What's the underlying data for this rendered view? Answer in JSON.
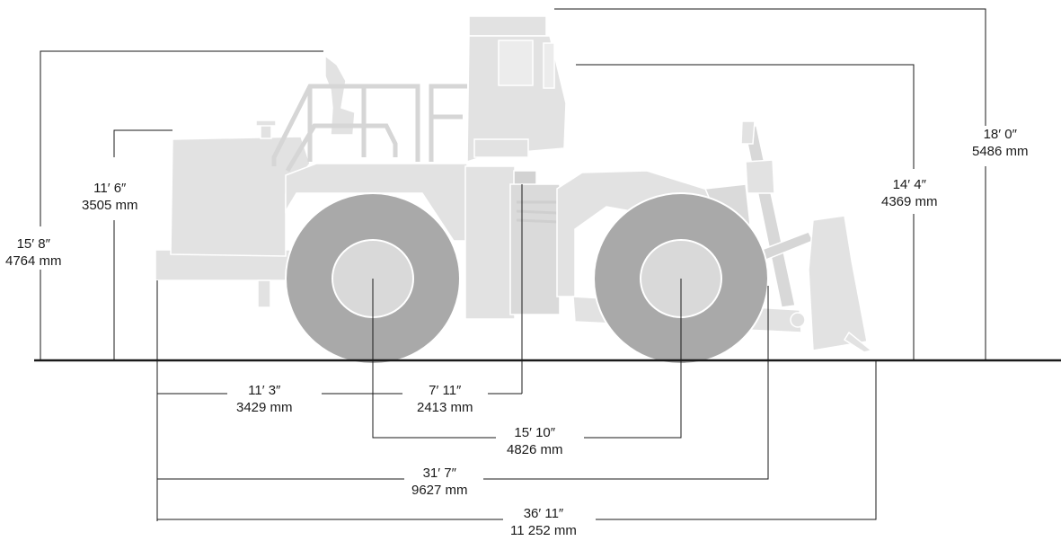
{
  "dimensions": {
    "cab_height": {
      "imperial": "18′ 0″",
      "metric": "5486 mm"
    },
    "rops_height": {
      "imperial": "14′ 4″",
      "metric": "4369 mm"
    },
    "exhaust_height": {
      "imperial": "15′ 8″",
      "metric": "4764 mm"
    },
    "hood_height": {
      "imperial": "11′ 6″",
      "metric": "3505 mm"
    },
    "rear_to_rear_axle": {
      "imperial": "11′ 3″",
      "metric": "3429 mm"
    },
    "rear_axle_to_hitch": {
      "imperial": "7′ 11″",
      "metric": "2413 mm"
    },
    "wheelbase": {
      "imperial": "15′ 10″",
      "metric": "4826 mm"
    },
    "length_to_front_tire": {
      "imperial": "31′ 7″",
      "metric": "9627 mm"
    },
    "overall_length": {
      "imperial": "36′ 11″",
      "metric": "11 252 mm"
    }
  },
  "colors": {
    "body": "#e2e2e2",
    "body_dark": "#d2d2d2",
    "tire": "#a9a9a9",
    "rim": "#d9d9d9",
    "outline": "#ffffff",
    "ground": "#1a1a1a",
    "dimension_line": "#1a1a1a"
  }
}
